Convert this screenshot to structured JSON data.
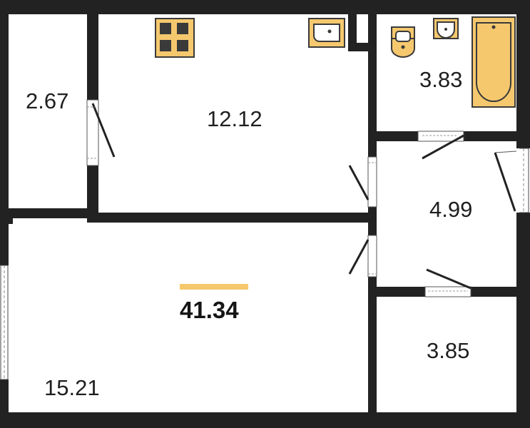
{
  "plan": {
    "total_area": "41.34",
    "accent_color": "#F6C86E",
    "wall_color": "#222222",
    "fixture_color": "#F6C86E",
    "rooms": [
      {
        "id": "storage",
        "area": "2.67"
      },
      {
        "id": "kitchen",
        "area": "12.12"
      },
      {
        "id": "bathroom",
        "area": "3.83"
      },
      {
        "id": "hallway",
        "area": "4.99"
      },
      {
        "id": "living",
        "area": "15.21"
      },
      {
        "id": "closet",
        "area": "3.85"
      }
    ],
    "fixtures": [
      "stove-icon",
      "kitchen-sink-icon",
      "bathroom-sink-icon",
      "toilet-icon",
      "bathtub-icon"
    ]
  }
}
